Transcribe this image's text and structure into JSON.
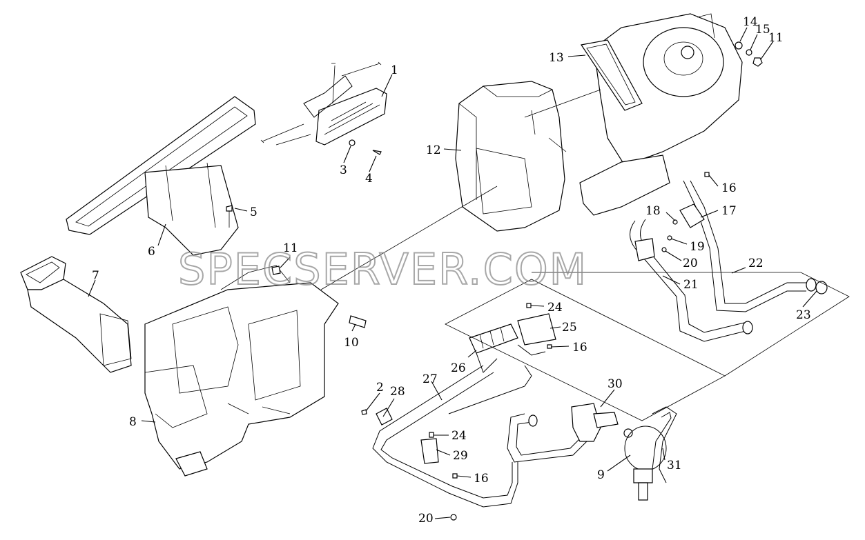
{
  "diagram": {
    "watermark": "SPECSERVER.COM",
    "callouts": [
      {
        "id": "c1",
        "text": "1"
      },
      {
        "id": "c3",
        "text": "3"
      },
      {
        "id": "c4",
        "text": "4"
      },
      {
        "id": "c5",
        "text": "5"
      },
      {
        "id": "c6",
        "text": "6"
      },
      {
        "id": "c7",
        "text": "7"
      },
      {
        "id": "c8",
        "text": "8"
      },
      {
        "id": "c9",
        "text": "9"
      },
      {
        "id": "c10",
        "text": "10"
      },
      {
        "id": "c11a",
        "text": "11"
      },
      {
        "id": "c11b",
        "text": "11"
      },
      {
        "id": "c12",
        "text": "12"
      },
      {
        "id": "c13",
        "text": "13"
      },
      {
        "id": "c14",
        "text": "14"
      },
      {
        "id": "c15",
        "text": "15"
      },
      {
        "id": "c16a",
        "text": "16"
      },
      {
        "id": "c16b",
        "text": "16"
      },
      {
        "id": "c16c",
        "text": "16"
      },
      {
        "id": "c17",
        "text": "17"
      },
      {
        "id": "c18",
        "text": "18"
      },
      {
        "id": "c19",
        "text": "19"
      },
      {
        "id": "c20a",
        "text": "20"
      },
      {
        "id": "c20b",
        "text": "20"
      },
      {
        "id": "c21",
        "text": "21"
      },
      {
        "id": "c22",
        "text": "22"
      },
      {
        "id": "c23",
        "text": "23"
      },
      {
        "id": "c24a",
        "text": "24"
      },
      {
        "id": "c24b",
        "text": "24"
      },
      {
        "id": "c25",
        "text": "25"
      },
      {
        "id": "c26",
        "text": "26"
      },
      {
        "id": "c27",
        "text": "27"
      },
      {
        "id": "c2",
        "text": "2"
      },
      {
        "id": "c28",
        "text": "28"
      },
      {
        "id": "c29",
        "text": "29"
      },
      {
        "id": "c30",
        "text": "30"
      },
      {
        "id": "c31",
        "text": "31"
      }
    ]
  }
}
